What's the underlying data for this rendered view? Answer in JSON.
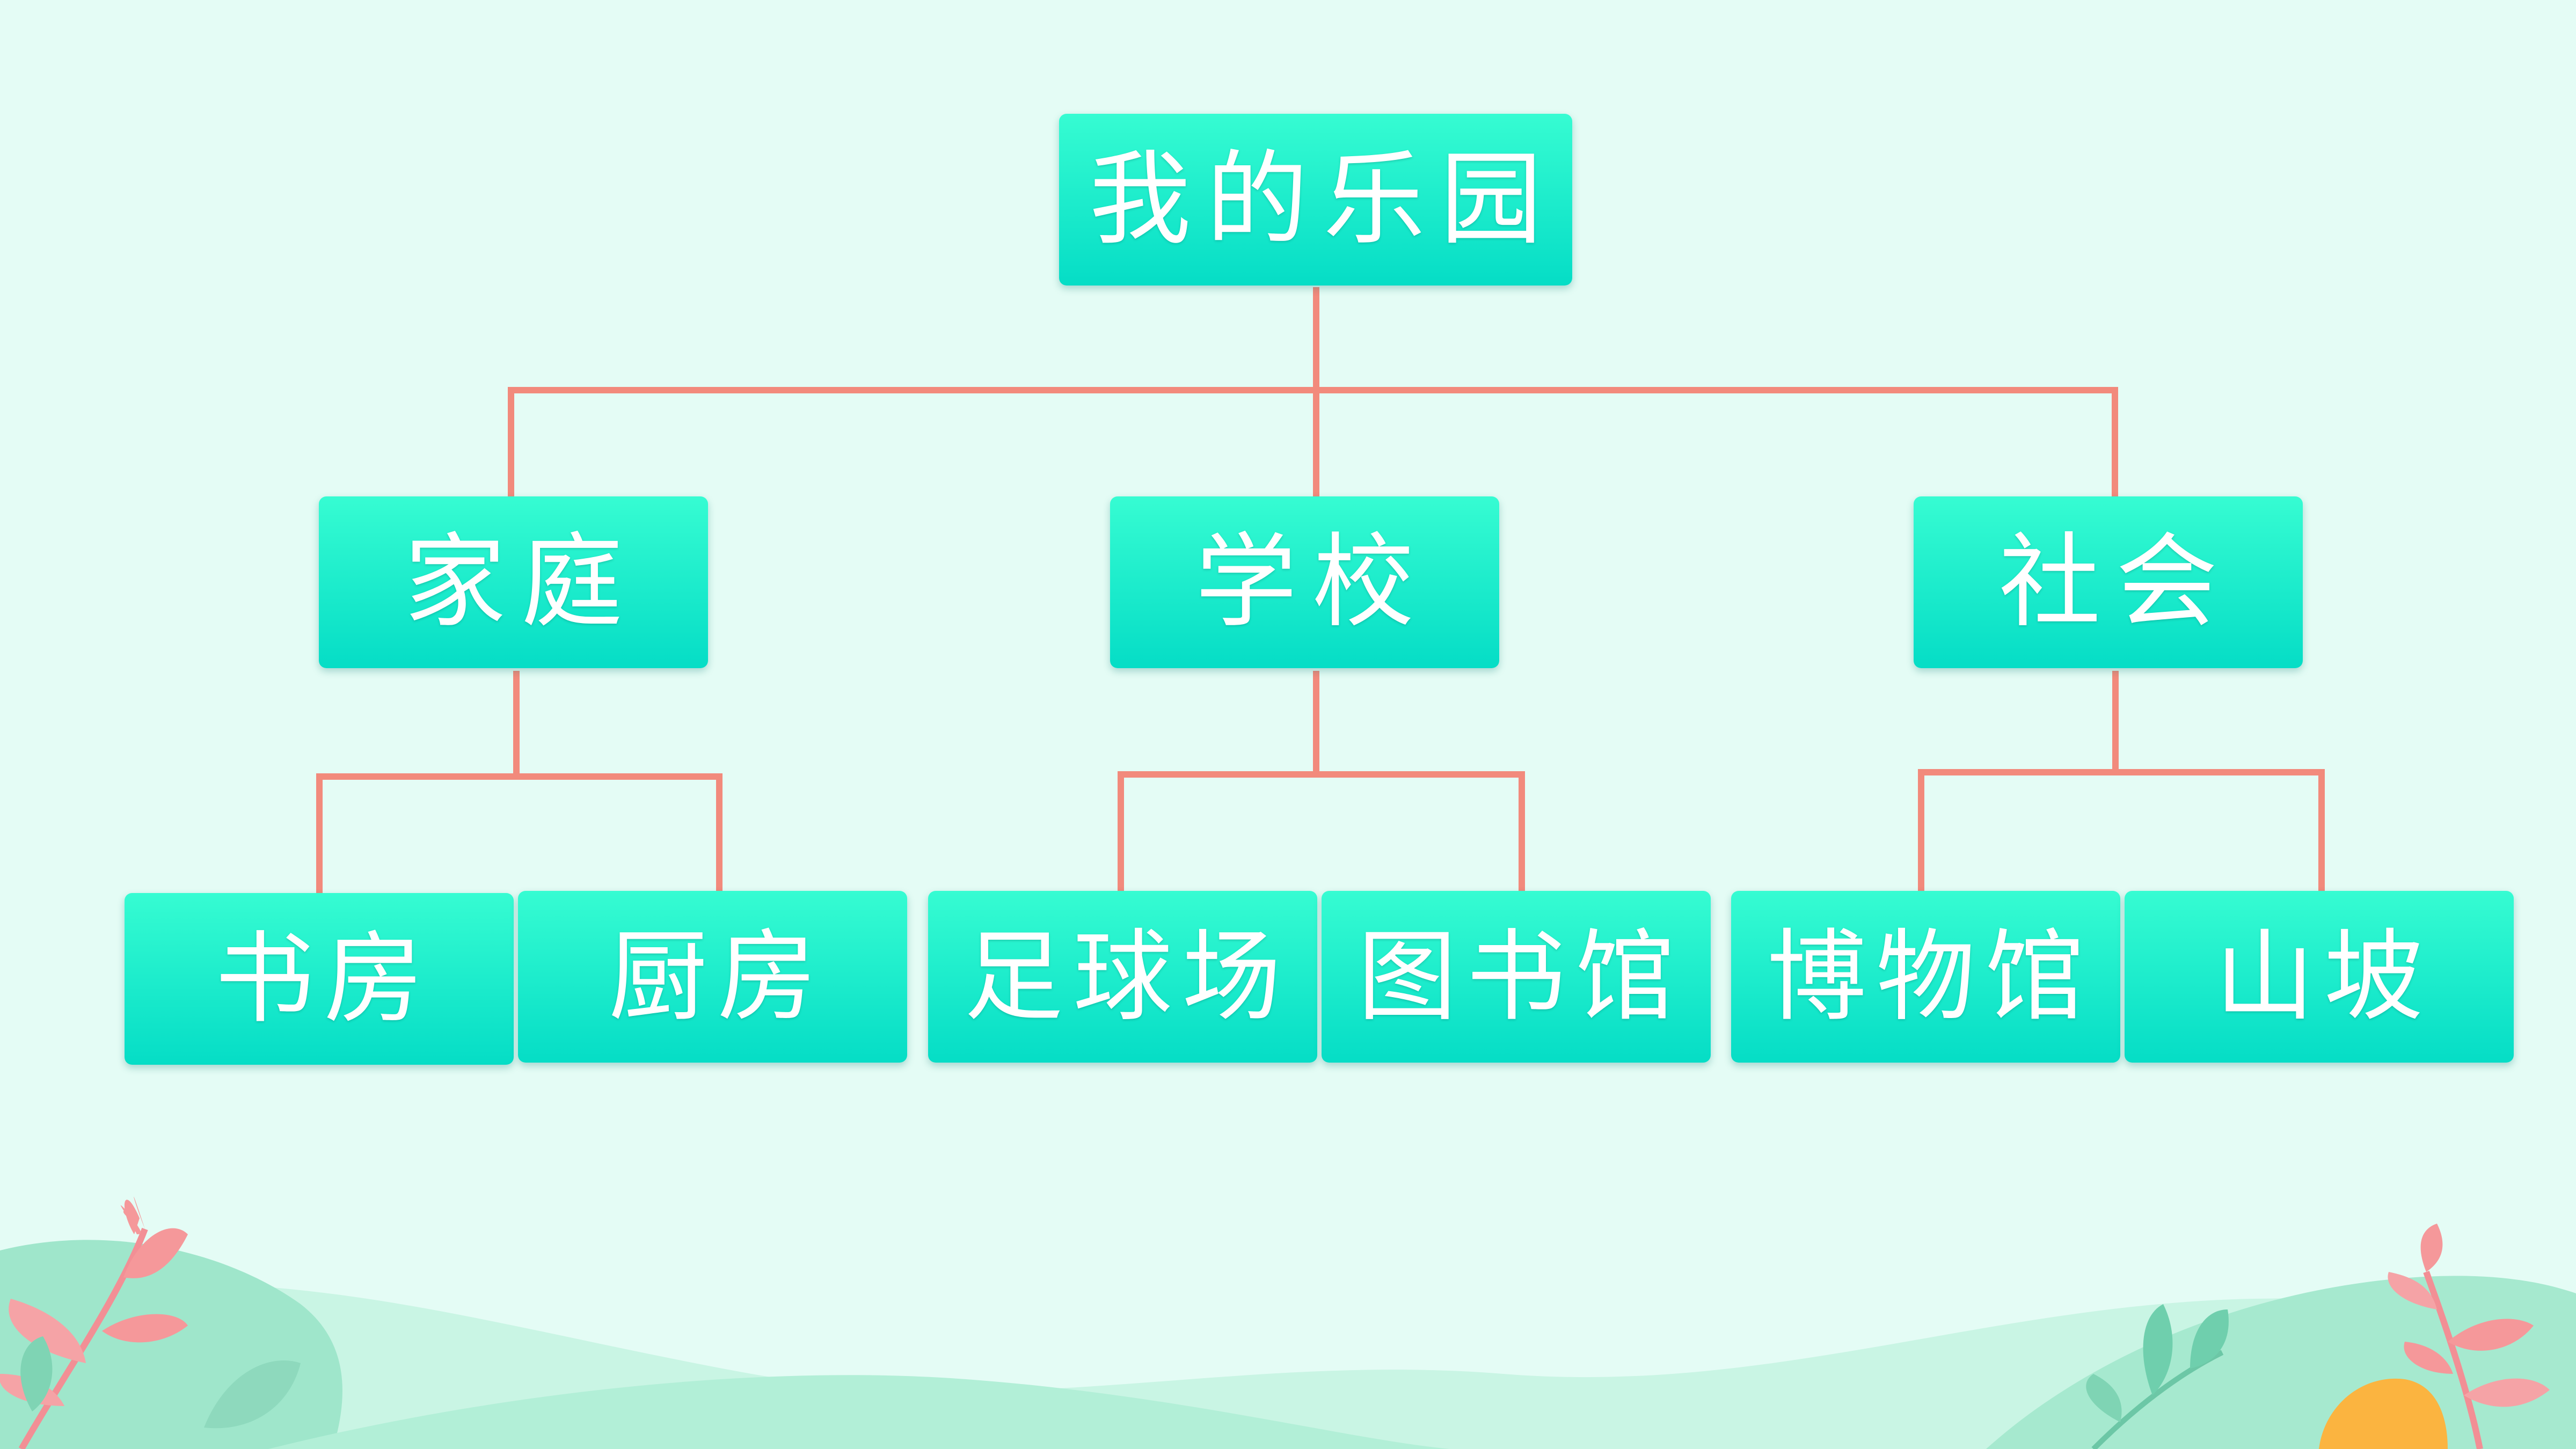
{
  "diagram": {
    "root": {
      "label": "我的乐园"
    },
    "branches": [
      {
        "label": "家庭",
        "leaves": [
          "书房",
          "厨房"
        ]
      },
      {
        "label": "学校",
        "leaves": [
          "足球场",
          "图书馆"
        ]
      },
      {
        "label": "社会",
        "leaves": [
          "博物馆",
          "山坡"
        ]
      }
    ]
  },
  "colors": {
    "background": "#e4fcf5",
    "node_top": "#36fcd2",
    "node_bottom": "#05ddc6",
    "node_text": "#ffffff",
    "connector": "#f28a7c",
    "leaf_pink": "#f5989a",
    "leaf_green": "#6fcfad",
    "hill": "#b6efd9",
    "accent_orange": "#fbb440"
  }
}
